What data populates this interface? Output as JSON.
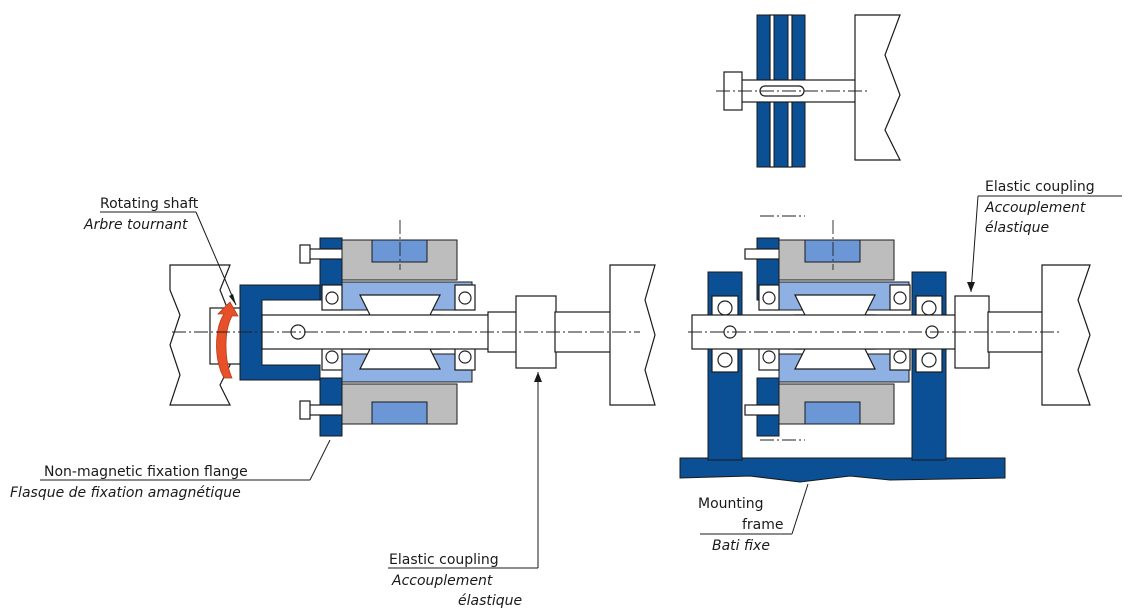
{
  "labels": {
    "rotating_shaft_en": "Rotating shaft",
    "rotating_shaft_fr": "Arbre tournant",
    "fixation_flange_en": "Non-magnetic fixation flange",
    "fixation_flange_fr": "Flasque de fixation amagnétique",
    "coupling_bottom_en": "Elastic coupling",
    "coupling_bottom_fr_1": "Accouplement",
    "coupling_bottom_fr_2": "élastique",
    "coupling_right_en": "Elastic coupling",
    "coupling_right_fr_1": "Accouplement",
    "coupling_right_fr_2": "élastique",
    "mounting_frame_en_1": "Mounting",
    "mounting_frame_en_2": "frame",
    "mounting_frame_fr": "Bati fixe"
  },
  "colors": {
    "dark_blue": "#0b4f95",
    "mid_blue": "#6b97d6",
    "light_blue": "#8fb0e3",
    "grey": "#bdbdbd",
    "arrow_red": "#e8502a"
  }
}
